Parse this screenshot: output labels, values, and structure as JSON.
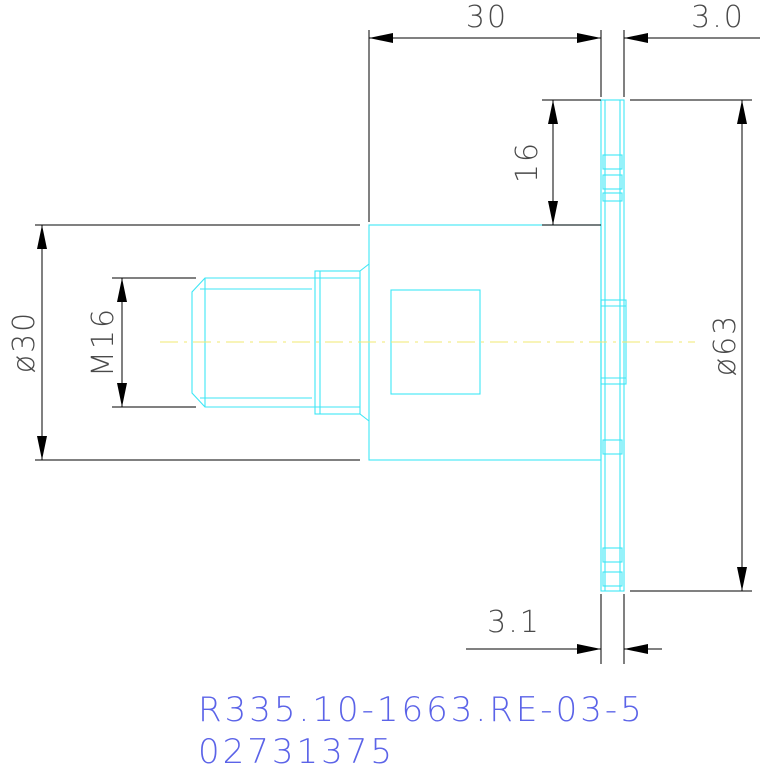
{
  "dimensions": {
    "body_length": "30",
    "flange_thickness": "3.0",
    "flange_offset": "16",
    "body_diameter": "ø30",
    "thread": "M16",
    "flange_diameter": "ø63",
    "bottom_thickness": "3.1"
  },
  "part_number": "R335.10-1663.RE-03-5",
  "article_number": "02731375",
  "colors": {
    "geometry": "#3ee6f5",
    "dimension": "#000000",
    "center_axis": "#f2ea70",
    "part_label": "#5b63e8"
  }
}
